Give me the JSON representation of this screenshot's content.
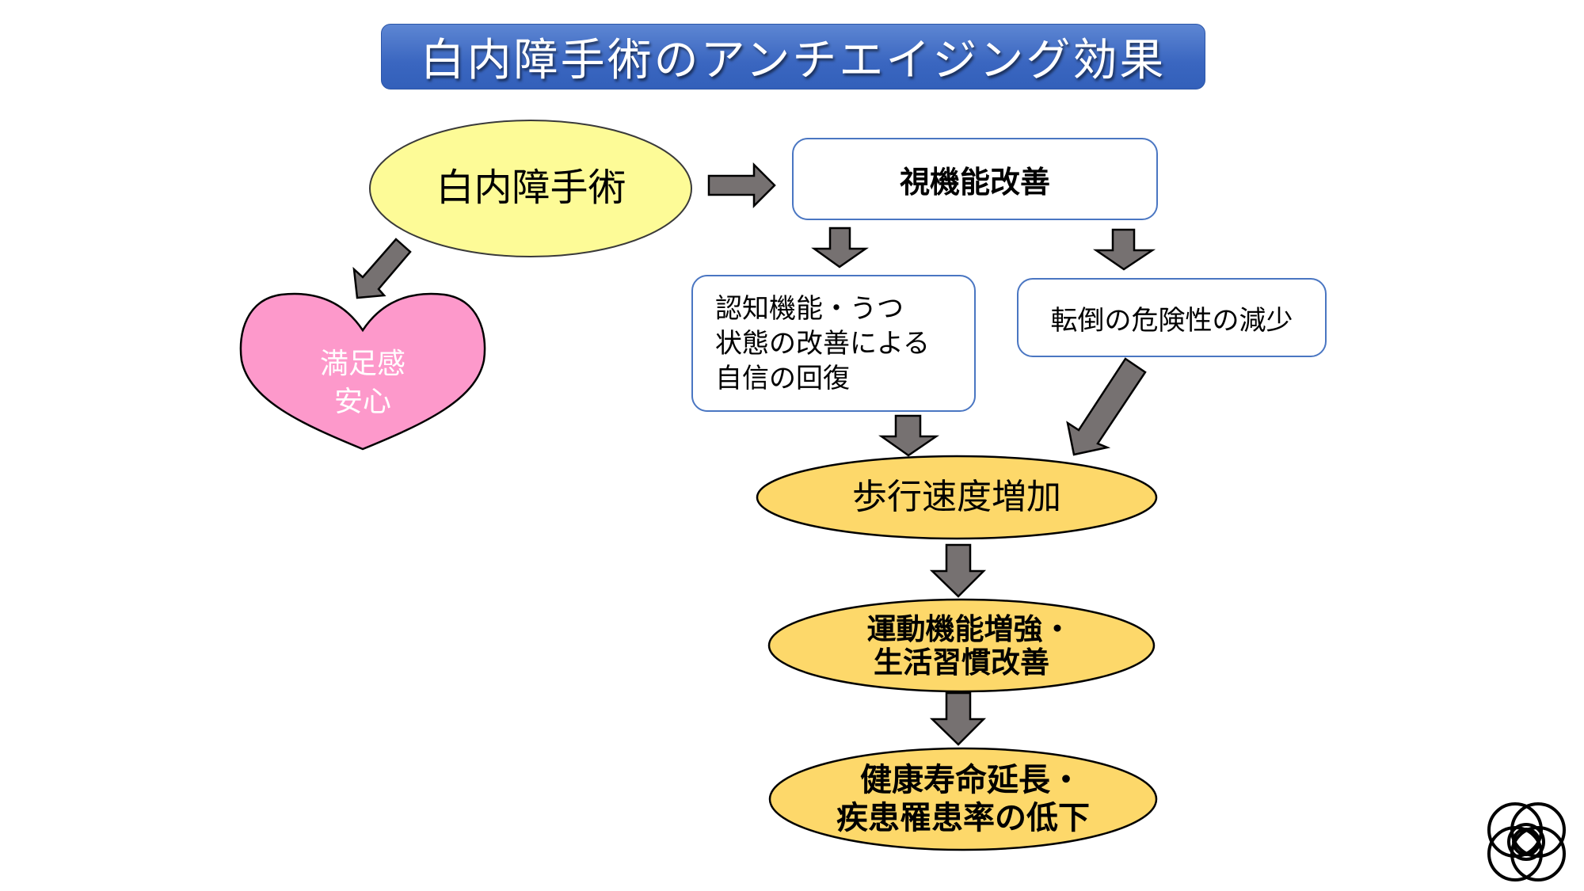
{
  "title": "白内障手術のアンチエイジング効果",
  "colors": {
    "banner": "#3a66c0",
    "surgery_node": "#fdfb97",
    "heart": "#fd99cb",
    "outcome_node": "#fdd86a",
    "box_border": "#4a76c2",
    "arrow": "#767171"
  },
  "nodes": {
    "surgery": "白内障手術",
    "visual_improvement": "視機能改善",
    "cognitive": [
      "認知機能・うつ",
      "状態の改善による",
      "自信の回復"
    ],
    "fall_risk": "転倒の危険性の減少",
    "satisfaction": [
      "満足感",
      "安心"
    ],
    "walking_speed": "歩行速度増加",
    "motor_function": [
      "運動機能増強・",
      "生活習慣改善"
    ],
    "healthy_life": [
      "健康寿命延長・",
      "疾患罹患率の低下"
    ]
  },
  "icons": {
    "logo": "rosette-logo-icon",
    "arrow": "block-arrow-icon"
  }
}
